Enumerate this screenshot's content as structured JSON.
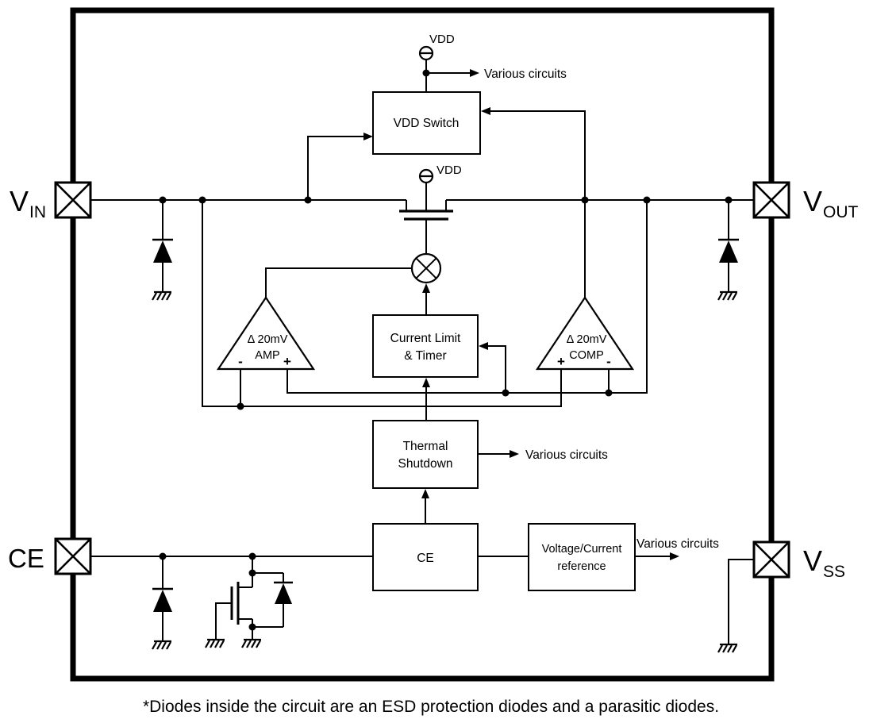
{
  "diagram": {
    "pins": {
      "vin": {
        "main": "V",
        "sub": "IN"
      },
      "vout": {
        "main": "V",
        "sub": "OUT"
      },
      "ce": {
        "main": "CE"
      },
      "vss": {
        "main": "V",
        "sub": "SS"
      }
    },
    "terminals": {
      "vdd_top": "VDD",
      "vdd_body": "VDD"
    },
    "blocks": {
      "vdd_switch": "VDD Switch",
      "current_limit_line1": "Current Limit",
      "current_limit_line2": "& Timer",
      "thermal_line1": "Thermal",
      "thermal_line2": "Shutdown",
      "ce": "CE",
      "reference_line1": "Voltage/Current",
      "reference_line2": "reference"
    },
    "amp": {
      "threshold": "Δ 20mV",
      "name": "AMP",
      "inv": "-",
      "noninv": "+"
    },
    "comp": {
      "threshold": "Δ 20mV",
      "name": "COMP",
      "noninv": "+",
      "inv": "-"
    },
    "annotations": {
      "various_vdd": "Various circuits",
      "various_thermal": "Various circuits",
      "various_reference": "Various circuits"
    },
    "footnote": "*Diodes inside the circuit are an ESD protection diodes and a parasitic diodes.",
    "colors": {
      "line": "#000000",
      "background": "#ffffff"
    }
  }
}
